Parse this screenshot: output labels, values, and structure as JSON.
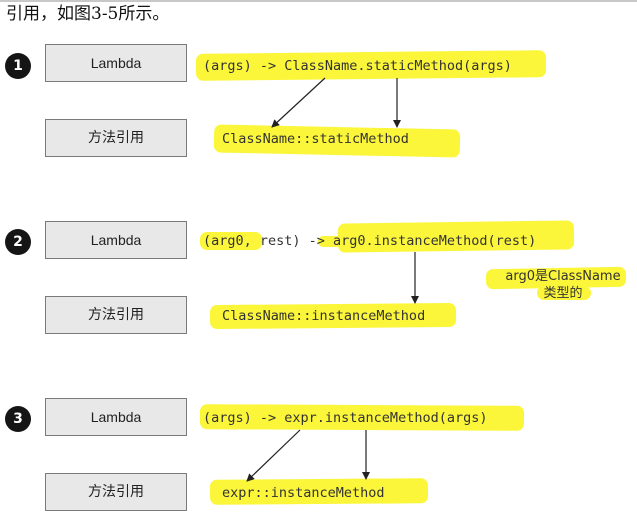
{
  "intro_text": "引用，如图3-5所示。",
  "highlight_color": "#fbf63a",
  "badge_color": "#151515",
  "box_fill": "#e8e8e8",
  "rows": [
    {
      "number": "1",
      "lambda_label": "Lambda",
      "ref_label": "方法引用",
      "lambda_code": "(args) -> ClassName.staticMethod(args)",
      "ref_code": "ClassName::staticMethod"
    },
    {
      "number": "2",
      "lambda_label": "Lambda",
      "ref_label": "方法引用",
      "lambda_code": "(arg0, rest) -> arg0.instanceMethod(rest)",
      "ref_code": "ClassName::instanceMethod",
      "note_line1": "arg0是ClassName",
      "note_line2": "类型的"
    },
    {
      "number": "3",
      "lambda_label": "Lambda",
      "ref_label": "方法引用",
      "lambda_code": "(args) -> expr.instanceMethod(args)",
      "ref_code": "expr::instanceMethod"
    }
  ]
}
